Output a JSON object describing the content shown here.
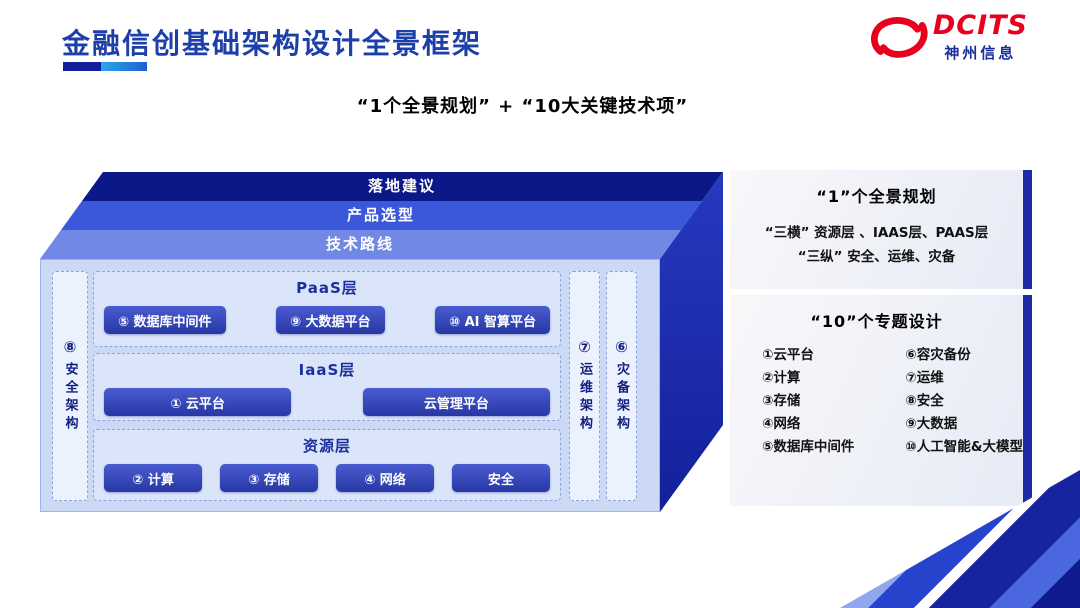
{
  "header": {
    "title": "金融信创基础架构设计全景框架",
    "logo_brand": "DCITS",
    "logo_subtitle": "神州信息"
  },
  "subtitle": "“1个全景规划” + “10大关键技术项”",
  "stack": {
    "layers": [
      "落地建议",
      "产品选型",
      "技术路线"
    ],
    "left_strip": {
      "num": "⑧",
      "label": "安全架构"
    },
    "right_strips": [
      {
        "num": "⑦",
        "label": "运维架构"
      },
      {
        "num": "⑥",
        "label": "灾备架构"
      }
    ],
    "sections": [
      {
        "title": "PaaS层",
        "buttons": [
          "⑤ 数据库中间件",
          "⑨ 大数据平台",
          "⑩ AI 智算平台"
        ]
      },
      {
        "title": "IaaS层",
        "buttons": [
          "① 云平台",
          "云管理平台"
        ]
      },
      {
        "title": "资源层",
        "buttons": [
          "② 计算",
          "③ 存储",
          "④ 网络",
          "安全"
        ]
      }
    ]
  },
  "panels": [
    {
      "title": "“1”个全景规划",
      "lines": [
        "“三横” 资源层 、IAAS层、PAAS层",
        "“三纵” 安全、运维、灾备"
      ]
    },
    {
      "title": "“10”个专题设计",
      "col1": [
        "①云平台",
        "②计算",
        "③存储",
        "④网络",
        "⑤数据库中间件"
      ],
      "col2": [
        "⑥容灾备份",
        "⑦运维",
        "⑧安全",
        "⑨大数据",
        "⑩人工智能&大模型"
      ]
    }
  ],
  "colors": {
    "title_blue": "#1c3faa",
    "navy": "#0d1888",
    "mid_blue": "#3b58da",
    "light_blue": "#7188e4",
    "panel_bar": "#1d2ba4",
    "logo_red": "#e8001f"
  }
}
